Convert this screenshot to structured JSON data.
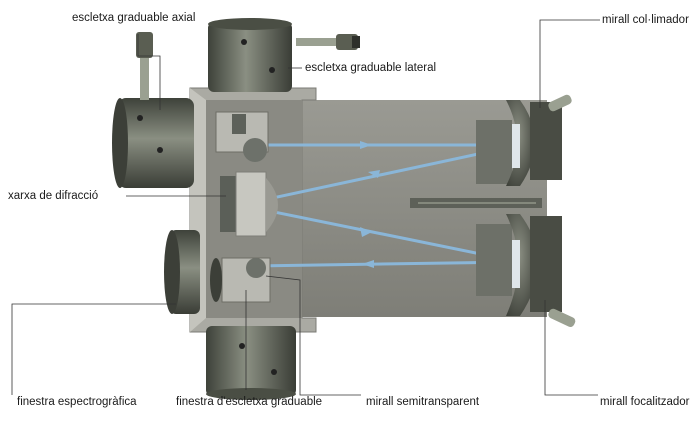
{
  "labels": {
    "entrance_slit_axial": "escletxa graduable axial",
    "entrance_slit_lateral": "escletxa graduable lateral",
    "collimator_mirror": "mirall col·limador",
    "diffraction_grating": "xarxa de difracció",
    "spectrograph_window": "finestra espectrogràfica",
    "exit_slit_window": "finestra d'escletxa graduable",
    "semitransparent_mirror": "mirall semitransparent",
    "focusing_mirror": "mirall focalitzador"
  },
  "colors": {
    "body": "#8e8e86",
    "body_dark": "#55564f",
    "body_light": "#b8b8b1",
    "frame": "#a9a9a2",
    "cylinder": "#6f7468",
    "beam": "#8ab6d8",
    "leader": "#333333"
  }
}
